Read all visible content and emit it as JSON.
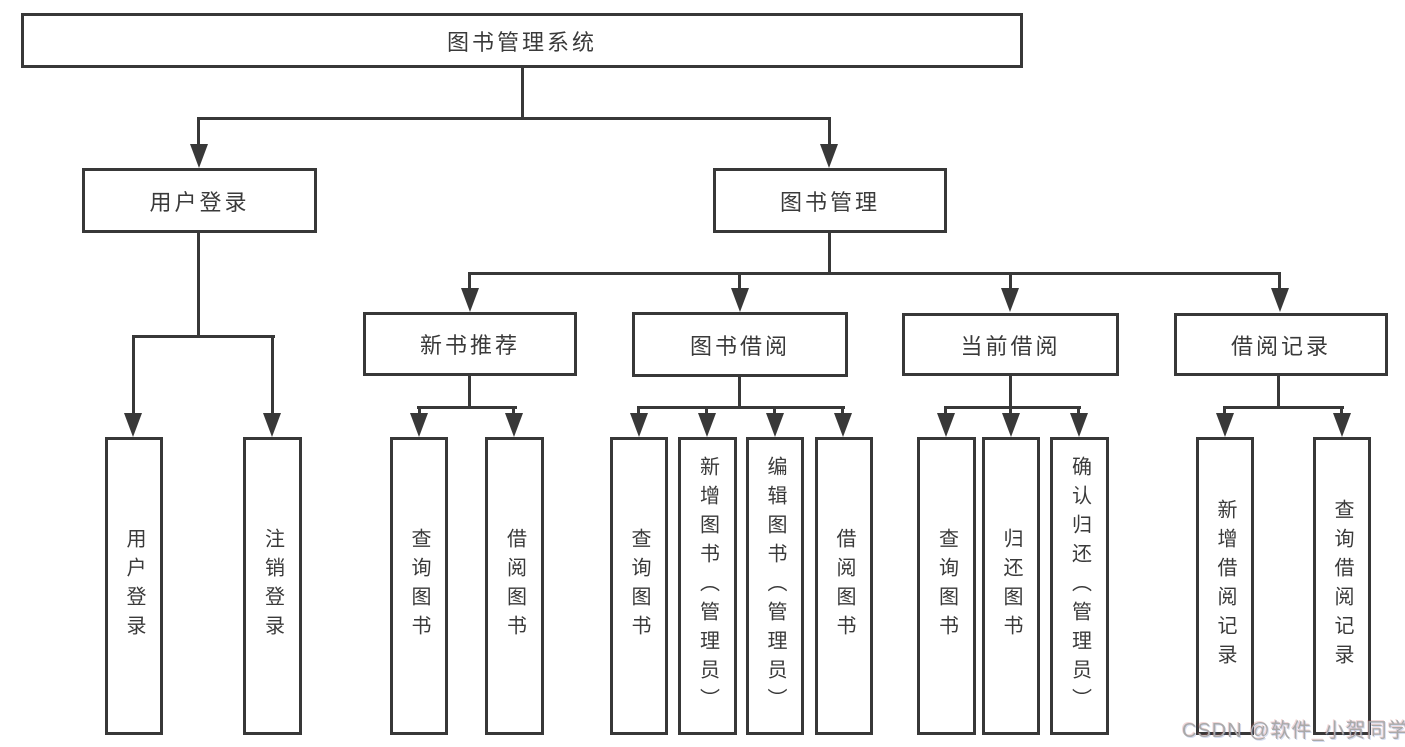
{
  "colors": {
    "line": "#383838",
    "text": "#3a3a3a",
    "watermark": "#a9a9a9",
    "background": "#ffffff"
  },
  "tree": {
    "label": "图书管理系统",
    "children": [
      {
        "label": "用户登录",
        "children": [
          {
            "label": "用户登录"
          },
          {
            "label": "注销登录"
          }
        ]
      },
      {
        "label": "图书管理",
        "children": [
          {
            "label": "新书推荐",
            "children": [
              {
                "label": "查询图书"
              },
              {
                "label": "借阅图书"
              }
            ]
          },
          {
            "label": "图书借阅",
            "children": [
              {
                "label": "查询图书"
              },
              {
                "label": "新增图书（管理员）"
              },
              {
                "label": "编辑图书（管理员）"
              },
              {
                "label": "借阅图书"
              }
            ]
          },
          {
            "label": "当前借阅",
            "children": [
              {
                "label": "查询图书"
              },
              {
                "label": "归还图书"
              },
              {
                "label": "确认归还（管理员）"
              }
            ]
          },
          {
            "label": "借阅记录",
            "children": [
              {
                "label": "新增借阅记录"
              },
              {
                "label": "查询借阅记录"
              }
            ]
          }
        ]
      }
    ]
  },
  "watermark": "CSDN @软件_小贺同学"
}
